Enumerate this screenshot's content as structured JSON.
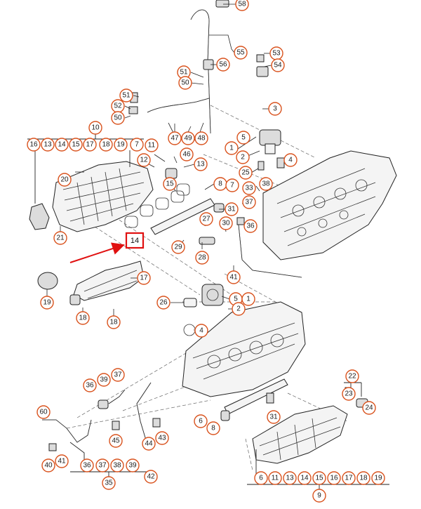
{
  "callouts": {
    "c58": "58",
    "c55": "55",
    "c56": "56",
    "c53": "53",
    "c54": "54",
    "c51a": "51",
    "c50a": "50",
    "c51b": "51",
    "c52": "52",
    "c50b": "50",
    "c47": "47",
    "c49": "49",
    "c48": "48",
    "c3": "3",
    "c10": "10",
    "hb1": [
      "16",
      "13",
      "14",
      "15",
      "17",
      "18",
      "19"
    ],
    "c7": "7",
    "c11": "11",
    "c46": "46",
    "c12": "12",
    "c13": "13",
    "c20": "20",
    "c15": "15",
    "c1a": "1",
    "c5a": "5",
    "c2a": "2",
    "c4a": "4",
    "c25": "25",
    "c8": "8",
    "c7b": "7",
    "c38": "38",
    "c33": "33",
    "c31a": "31",
    "c37a": "37",
    "c27": "27",
    "c30": "30",
    "c36a": "36",
    "c21": "21",
    "c29": "29",
    "c28": "28",
    "c17": "17",
    "c19": "19",
    "c41": "41",
    "c26": "26",
    "c5b": "5",
    "c1b": "1",
    "c2b": "2",
    "c4b": "4",
    "c18a": "18",
    "c18b": "18",
    "c36b": "36",
    "c39": "39",
    "c37b": "37",
    "c22": "22",
    "c23": "23",
    "c24": "24",
    "c60": "60",
    "c31b": "31",
    "c6": "6",
    "c8b": "8",
    "c45": "45",
    "c44": "44",
    "c43": "43",
    "c40": "40",
    "c41b": "41",
    "c42": "42",
    "hb2": [
      "36",
      "37",
      "38",
      "39"
    ],
    "c35": "35",
    "hb3": [
      "6",
      "11",
      "13",
      "14",
      "15",
      "16",
      "17",
      "18",
      "19"
    ],
    "c9": "9"
  },
  "highlighted_callout": "14",
  "colors": {
    "callout_ring": "#d9531e",
    "highlight_box": "#e01010",
    "pointer_arrow": "#e01010"
  }
}
